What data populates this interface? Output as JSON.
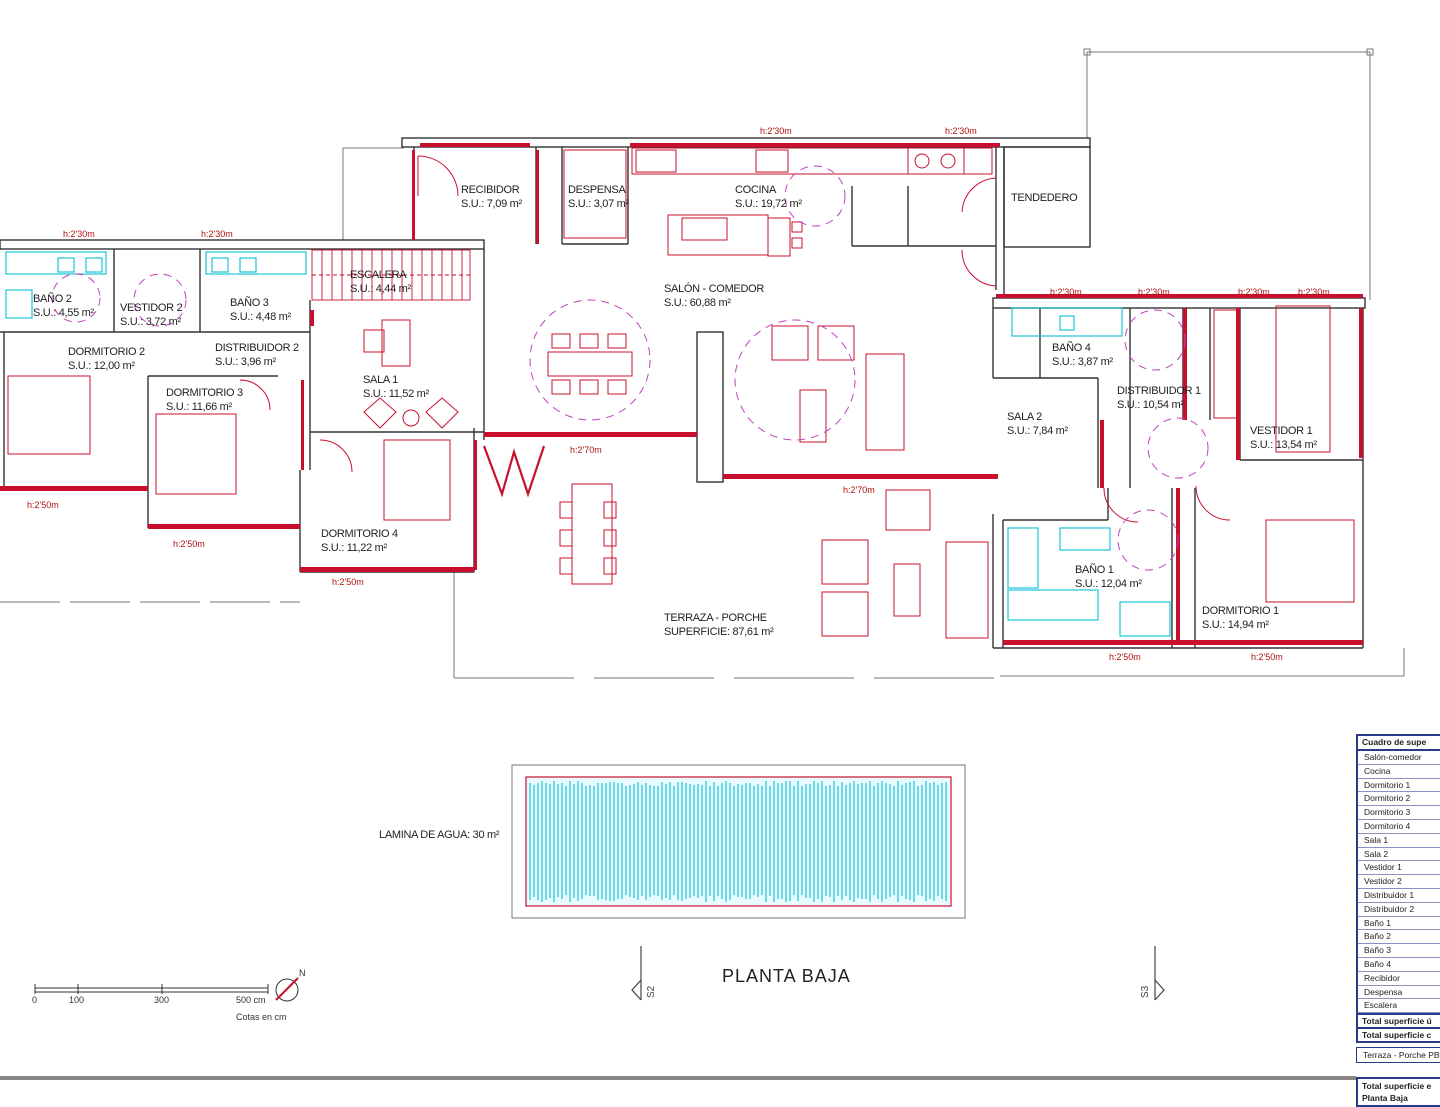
{
  "plan_title": "PLANTA BAJA",
  "section_marks": [
    "S2",
    "S3"
  ],
  "scale": {
    "ticks": [
      "0",
      "100",
      "300",
      "500 cm"
    ],
    "note": "Cotas en cm",
    "north": "N"
  },
  "rooms": {
    "recibidor": {
      "name": "RECIBIDOR",
      "su": "S.U.: 7,09 m²"
    },
    "despensa": {
      "name": "DESPENSA",
      "su": "S.U.: 3,07 m²"
    },
    "cocina": {
      "name": "COCINA",
      "su": "S.U.: 19,72 m²"
    },
    "tendedero": {
      "name": "TENDEDERO"
    },
    "escalera": {
      "name": "ESCALERA",
      "su": "S.U.: 4,44 m²"
    },
    "salon": {
      "name": "SALÓN - COMEDOR",
      "su": "S.U.: 60,88 m²"
    },
    "bano2": {
      "name": "BAÑO 2",
      "su": "S.U.: 4,55 m²"
    },
    "vestidor2": {
      "name": "VESTIDOR 2",
      "su": "S.U.: 3,72 m²"
    },
    "bano3": {
      "name": "BAÑO 3",
      "su": "S.U.: 4,48 m²"
    },
    "dormitorio2": {
      "name": "DORMITORIO 2",
      "su": "S.U.: 12,00 m²"
    },
    "distribuidor2": {
      "name": "DISTRIBUIDOR 2",
      "su": "S.U.: 3,96 m²"
    },
    "dormitorio3": {
      "name": "DORMITORIO 3",
      "su": "S.U.: 11,66 m²"
    },
    "sala1": {
      "name": "SALA 1",
      "su": "S.U.: 11,52 m²"
    },
    "dormitorio4": {
      "name": "DORMITORIO 4",
      "su": "S.U.: 11,22 m²"
    },
    "bano4": {
      "name": "BAÑO 4",
      "su": "S.U.: 3,87 m²"
    },
    "distribuidor1": {
      "name": "DISTRIBUIDOR 1",
      "su": "S.U.: 10,54 m²"
    },
    "sala2": {
      "name": "SALA 2",
      "su": "S.U.: 7,84 m²"
    },
    "vestidor1": {
      "name": "VESTIDOR 1",
      "su": "S.U.: 13,54 m²"
    },
    "bano1": {
      "name": "BAÑO 1",
      "su": "S.U.: 12,04 m²"
    },
    "dormitorio1": {
      "name": "DORMITORIO 1",
      "su": "S.U.: 14,94 m²"
    },
    "terraza": {
      "name": "TERRAZA - PORCHE",
      "su": "SUPERFICIE: 87,61 m²"
    },
    "pool": {
      "name": "LAMINA DE AGUA: 30 m²"
    }
  },
  "heights": {
    "h230": "h:2'30m",
    "h250": "h:2'50m",
    "h270": "h:2'70m"
  },
  "surface_table": {
    "header": "Cuadro de supe",
    "rows": [
      "Salón-comedor",
      "Cocina",
      "Dormitorio 1",
      "Dormitorio 2",
      "Dormitorio 3",
      "Dormitorio 4",
      "Sala 1",
      "Sala 2",
      "Vestidor 1",
      "Vestidor 2",
      "Distribuidor 1",
      "Distribuidor 2",
      "Baño 1",
      "Baño 2",
      "Baño 3",
      "Baño 4",
      "Recibidor",
      "Despensa",
      "Escalera"
    ],
    "total1": "Total superficie ú",
    "total2": "Total superficie c",
    "porch": "Terraza - Porche PB",
    "grand1": "Total superficie e",
    "grand2": "Planta Baja"
  },
  "colors": {
    "wall": "#c8102e",
    "line": "#555555",
    "cyan": "#19c4d8",
    "magenta": "#c040c0",
    "table_border": "#2a3a8a"
  }
}
